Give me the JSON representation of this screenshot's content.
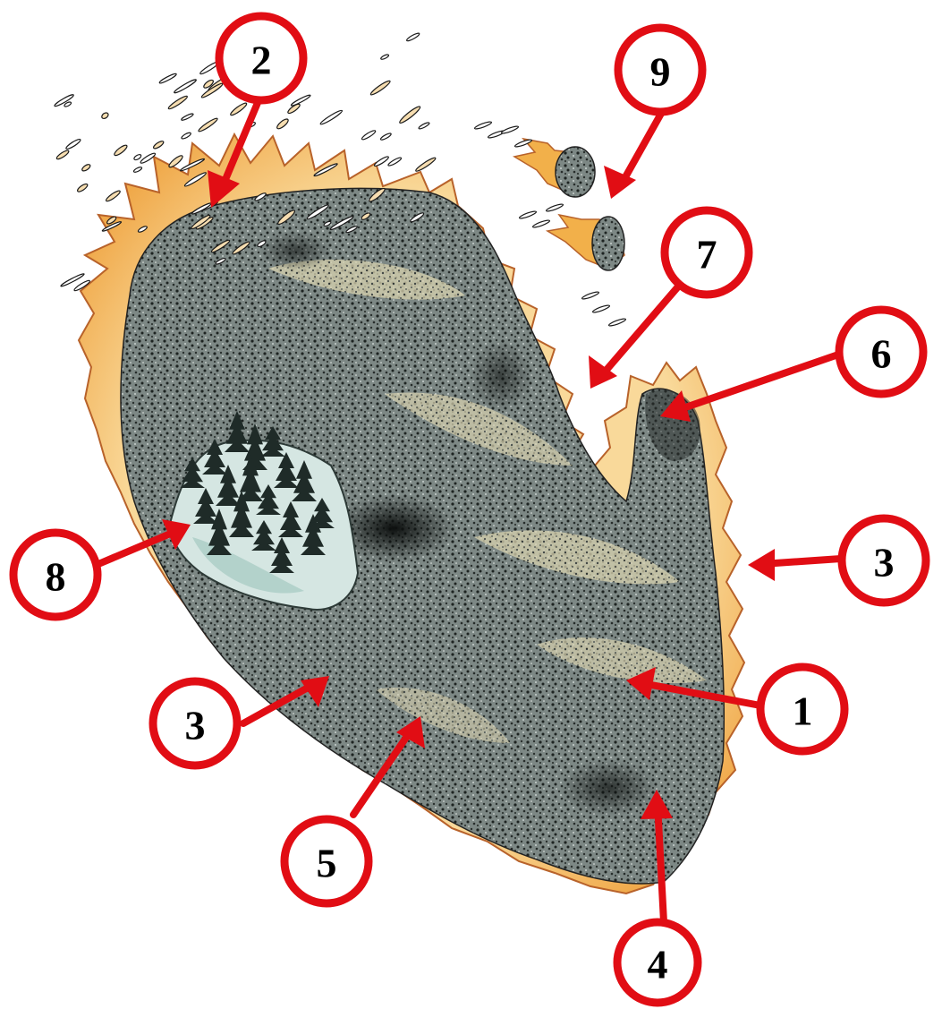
{
  "colors": {
    "callout": "#e10d14",
    "callout_fill": "#ffffff",
    "callout_text": "#000000",
    "fire_outer": "#f2b04a",
    "fire_inner": "#f9d99a",
    "fire_edge": "#b8622a",
    "burned": "#6f7a76",
    "burned_dark": "#2e3432",
    "unburned_tint": "#dcd6b4",
    "island_snow": "#dce9e6",
    "island_tint": "#a9cfc9",
    "trees": "#1f2b28"
  },
  "callouts": [
    {
      "id": "callout-2",
      "label": "2"
    },
    {
      "id": "callout-9",
      "label": "9"
    },
    {
      "id": "callout-7",
      "label": "7"
    },
    {
      "id": "callout-6",
      "label": "6"
    },
    {
      "id": "callout-3a",
      "label": "3"
    },
    {
      "id": "callout-8",
      "label": "8"
    },
    {
      "id": "callout-1",
      "label": "1"
    },
    {
      "id": "callout-3b",
      "label": "3"
    },
    {
      "id": "callout-5",
      "label": "5"
    },
    {
      "id": "callout-4",
      "label": "4"
    }
  ]
}
